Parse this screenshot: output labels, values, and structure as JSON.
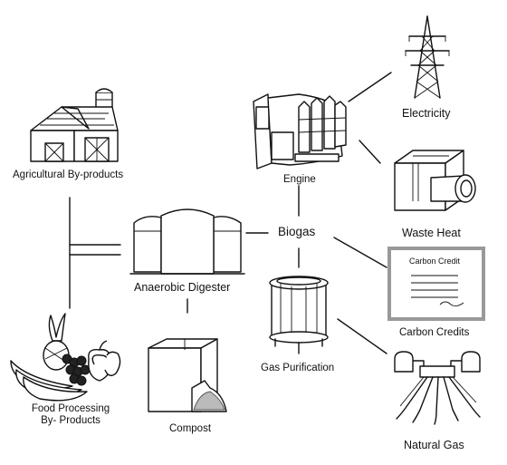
{
  "nodes": {
    "agricultural": {
      "label": "Agricultural By-products"
    },
    "food": {
      "label_line1": "Food Processing",
      "label_line2": "By- Products"
    },
    "digester": {
      "label": "Anaerobic Digester"
    },
    "biogas": {
      "label": "Biogas"
    },
    "engine": {
      "label": "Engine"
    },
    "electricity": {
      "label": "Electricity"
    },
    "waste_heat": {
      "label": "Waste Heat"
    },
    "carbon_credits": {
      "label": "Carbon Credits",
      "certificate_title": "Carbon Credit"
    },
    "gas_purification": {
      "label": "Gas Purification"
    },
    "natural_gas": {
      "label": "Natural Gas"
    },
    "compost": {
      "label": "Compost"
    }
  },
  "colors": {
    "line": "#111111",
    "background": "#ffffff"
  }
}
